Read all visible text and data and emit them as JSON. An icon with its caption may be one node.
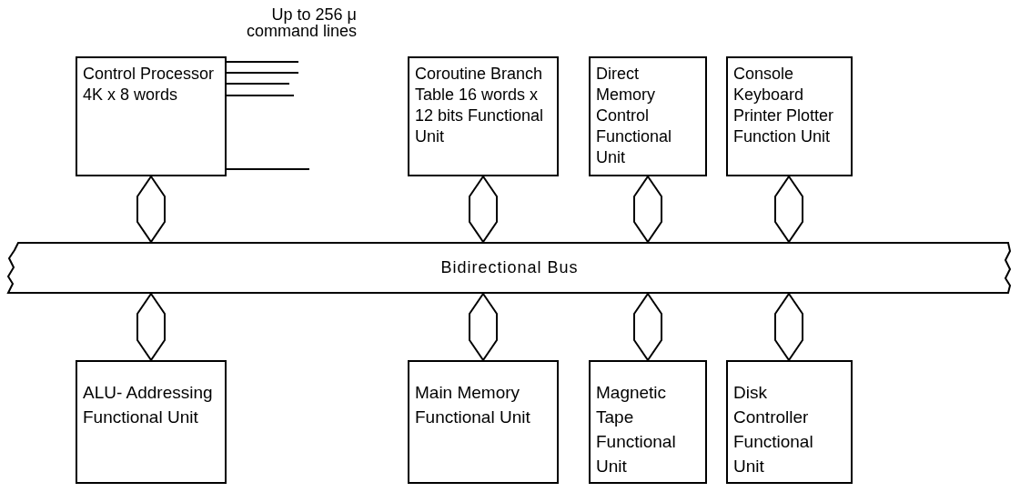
{
  "diagram": {
    "nodes": [
      {
        "text": [
          "Control Processor 4K x 8 words"
        ]
      },
      {
        "text": [
          "Coroutine Branch Table 16 words x 12 bits Functional Unit"
        ]
      },
      {
        "text": [
          "Direct Memory Control Functional Unit"
        ]
      },
      {
        "text": [
          "Console Keyboard Printer Plotter Function Unit"
        ]
      },
      {
        "text": [
          "Bidirectional Bus"
        ]
      },
      {
        "text": [
          "ALU- Addressing Functional Unit"
        ]
      },
      {
        "text": [
          "Main Memory Functional Unit"
        ]
      },
      {
        "text": [
          "Magnetic Tape Functional Unit"
        ]
      },
      {
        "text": [
          "Disk Controller Functional Unit"
        ]
      }
    ],
    "edges": [
      {
        "from": 0,
        "to": 4,
        "arrow": "both"
      },
      {
        "from": 1,
        "to": 4,
        "arrow": "both"
      },
      {
        "from": 2,
        "to": 4,
        "arrow": "both"
      },
      {
        "from": 3,
        "to": 4,
        "arrow": "both"
      },
      {
        "from": 4,
        "to": 5,
        "arrow": "both"
      },
      {
        "from": 4,
        "to": 6,
        "arrow": "both"
      },
      {
        "from": 4,
        "to": 7,
        "arrow": "both"
      },
      {
        "from": 4,
        "to": 8,
        "arrow": "both"
      },
      {
        "from": 0,
        "to": null,
        "arrow": "none"
      },
      {
        "from": 0,
        "to": null,
        "arrow": "none"
      },
      {
        "from": 0,
        "to": null,
        "arrow": "none"
      },
      {
        "from": 0,
        "to": null,
        "arrow": "none"
      },
      {
        "from": 0,
        "to": null,
        "arrow": "none"
      }
    ],
    "labels": [
      "Up to 256 μ command lines"
    ]
  }
}
